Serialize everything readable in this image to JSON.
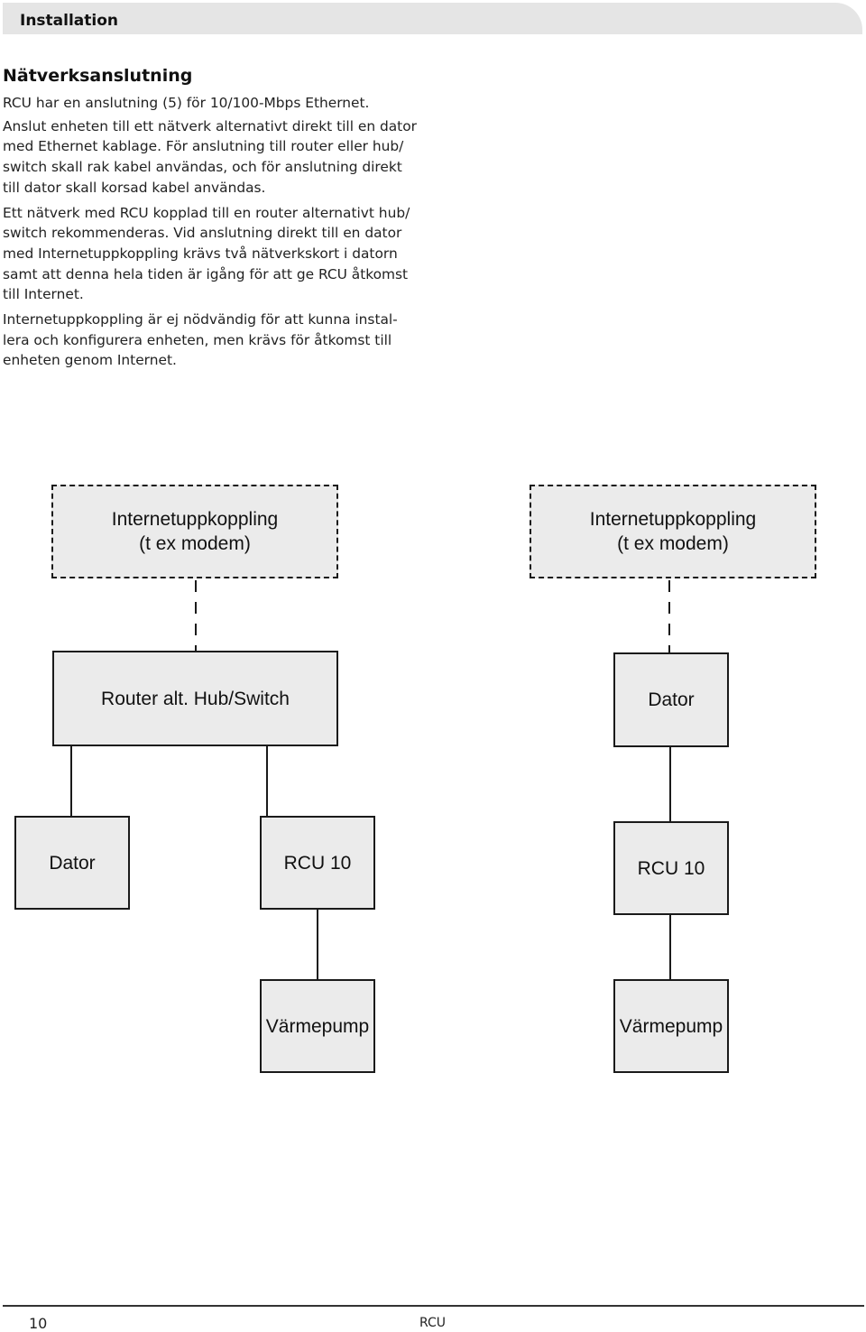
{
  "header": {
    "title": "Installation"
  },
  "section": {
    "heading": "Nätverksanslutning",
    "paragraphs": [
      "RCU har en anslutning (5) för 10/100-Mbps Ethernet.",
      "Anslut enheten till ett nätverk alternativt direkt till en dator med Ethernet kablage. För anslutning till router eller hub/ switch skall rak kabel användas, och för anslutning direkt till dator skall korsad kabel användas.",
      "Ett nätverk med RCU kopplad till en router alternativt hub/ switch rekommenderas. Vid anslutning direkt till en dator med Internetuppkoppling krävs två nätverkskort i datorn samt att denna hela tiden är igång för att ge RCU åtkomst till Internet.",
      "Internetuppkoppling är ej nödvändig för att kunna instal-lera och konfigurera enheten, men krävs för åtkomst till enheten genom Internet."
    ]
  },
  "diagram": {
    "left": {
      "internet": "Internetuppkoppling\n(t ex modem)",
      "router": "Router alt. Hub/Switch",
      "dator": "Dator",
      "rcu": "RCU 10",
      "heatpump": "Värmepump"
    },
    "right": {
      "internet": "Internetuppkoppling\n(t ex modem)",
      "dator": "Dator",
      "rcu": "RCU 10",
      "heatpump": "Värmepump"
    }
  },
  "footer": {
    "page_number": "10",
    "product": "RCU"
  }
}
